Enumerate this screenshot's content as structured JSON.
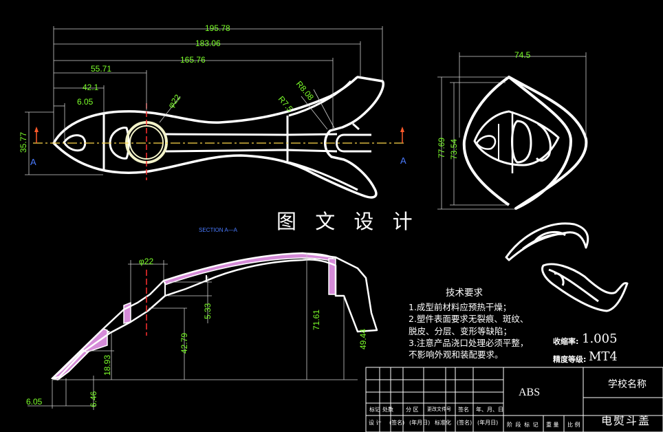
{
  "title_watermark": "图 文 设 计",
  "section_label": "SECTION A—A",
  "dimensions": {
    "d195": "195.78",
    "d183": "183.06",
    "d165": "165.76",
    "d55": "55.71",
    "d42": "42.1",
    "d6": "6.05",
    "d35": "35.77",
    "dia_top": "φ22",
    "r7": "R7.5",
    "r8": "R8.08",
    "d74": "74.5",
    "d77": "77.69",
    "d73": "73.54",
    "dia_section": "φ22",
    "d5": "5.33",
    "d42b": "42.79",
    "d71": "71.61",
    "d49": "49.44",
    "d18": "18.93",
    "d6b": "6.46",
    "d6c": "6.05"
  },
  "section_marks": [
    "A",
    "A"
  ],
  "tech_requirements": {
    "title": "技术要求",
    "lines": [
      "1.成型前材料应预热干燥；",
      "2.塑件表面要求无裂痕、斑纹、",
      "脱皮、分层、变形等缺陷；",
      "3.注意产品浇口处理必须平整，",
      "不影响外观和装配要求。"
    ]
  },
  "specs": {
    "shrink_label": "收缩率:",
    "shrink_value": "1.005",
    "precision_label": "精度等级:",
    "precision_value": "MT4"
  },
  "title_block": {
    "material": "ABS",
    "school": "学校名称",
    "part_name": "电熨斗盖",
    "row1": [
      "标记",
      "处数",
      "分 区",
      "更改文件号",
      "签名",
      "年、月、日"
    ],
    "row2": [
      "设 计",
      "(签名)",
      "(年月日)",
      "标准化",
      "(签名)",
      "(年月日)"
    ],
    "row2_right": [
      "阶 段 标 记",
      "重 量",
      "比 例"
    ]
  }
}
